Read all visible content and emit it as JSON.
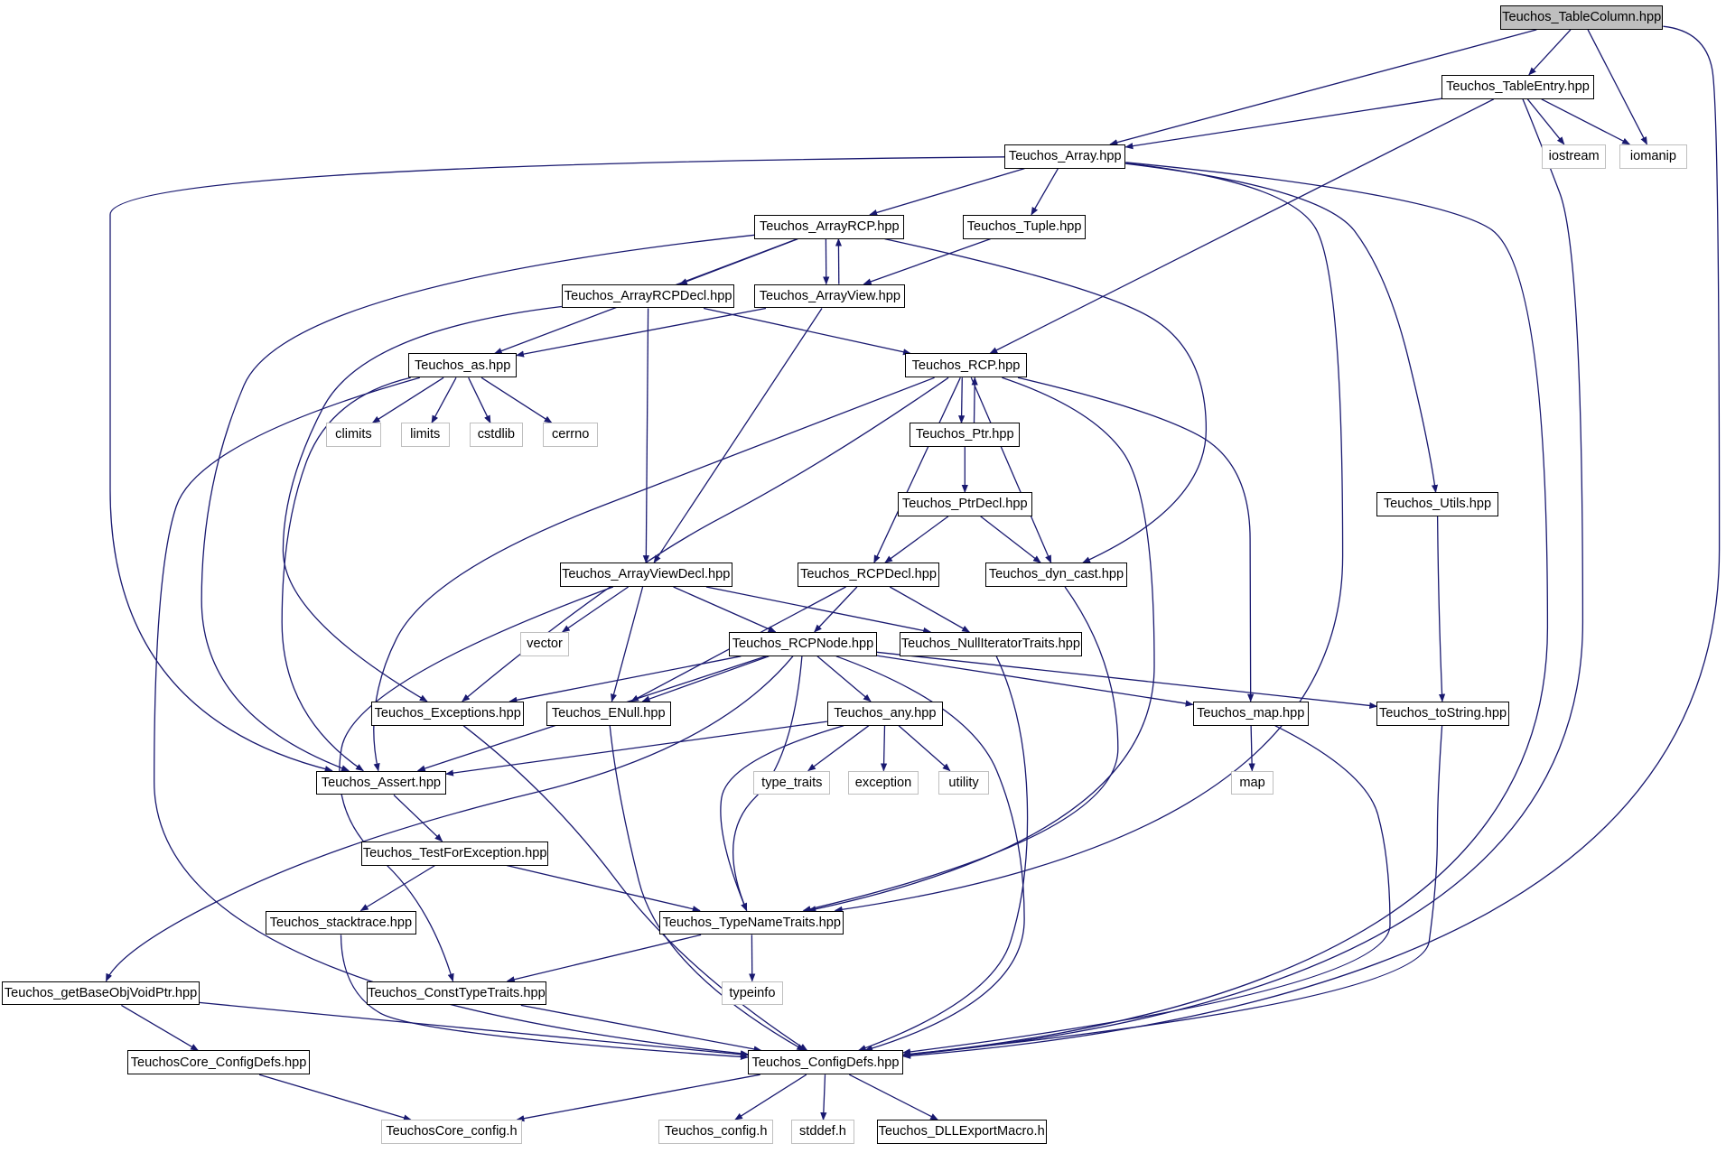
{
  "graph": {
    "edge_color": "#191970",
    "border_color": "#000000",
    "external_border_color": "#bfbfbf",
    "root_fill": "#bfbfbf",
    "nodes": [
      {
        "id": "table_column",
        "label": "Teuchos_TableColumn.hpp",
        "kind": "root"
      },
      {
        "id": "table_entry",
        "label": "Teuchos_TableEntry.hpp",
        "kind": "header"
      },
      {
        "id": "array",
        "label": "Teuchos_Array.hpp",
        "kind": "header"
      },
      {
        "id": "iostream",
        "label": "iostream",
        "kind": "external"
      },
      {
        "id": "iomanip",
        "label": "iomanip",
        "kind": "external"
      },
      {
        "id": "array_rcp",
        "label": "Teuchos_ArrayRCP.hpp",
        "kind": "header"
      },
      {
        "id": "tuple",
        "label": "Teuchos_Tuple.hpp",
        "kind": "header"
      },
      {
        "id": "array_rcp_decl",
        "label": "Teuchos_ArrayRCPDecl.hpp",
        "kind": "header"
      },
      {
        "id": "array_view",
        "label": "Teuchos_ArrayView.hpp",
        "kind": "header"
      },
      {
        "id": "as",
        "label": "Teuchos_as.hpp",
        "kind": "header"
      },
      {
        "id": "rcp",
        "label": "Teuchos_RCP.hpp",
        "kind": "header"
      },
      {
        "id": "climits",
        "label": "climits",
        "kind": "external"
      },
      {
        "id": "limits",
        "label": "limits",
        "kind": "external"
      },
      {
        "id": "cstdlib",
        "label": "cstdlib",
        "kind": "external"
      },
      {
        "id": "cerrno",
        "label": "cerrno",
        "kind": "external"
      },
      {
        "id": "ptr",
        "label": "Teuchos_Ptr.hpp",
        "kind": "header"
      },
      {
        "id": "ptr_decl",
        "label": "Teuchos_PtrDecl.hpp",
        "kind": "header"
      },
      {
        "id": "utils",
        "label": "Teuchos_Utils.hpp",
        "kind": "header"
      },
      {
        "id": "array_view_decl",
        "label": "Teuchos_ArrayViewDecl.hpp",
        "kind": "header"
      },
      {
        "id": "rcp_decl",
        "label": "Teuchos_RCPDecl.hpp",
        "kind": "header"
      },
      {
        "id": "dyn_cast",
        "label": "Teuchos_dyn_cast.hpp",
        "kind": "header"
      },
      {
        "id": "vector",
        "label": "vector",
        "kind": "external"
      },
      {
        "id": "rcp_node",
        "label": "Teuchos_RCPNode.hpp",
        "kind": "header"
      },
      {
        "id": "null_iter",
        "label": "Teuchos_NullIteratorTraits.hpp",
        "kind": "header"
      },
      {
        "id": "exceptions",
        "label": "Teuchos_Exceptions.hpp",
        "kind": "header"
      },
      {
        "id": "enull",
        "label": "Teuchos_ENull.hpp",
        "kind": "header"
      },
      {
        "id": "any",
        "label": "Teuchos_any.hpp",
        "kind": "header"
      },
      {
        "id": "map_hpp",
        "label": "Teuchos_map.hpp",
        "kind": "header"
      },
      {
        "id": "to_string",
        "label": "Teuchos_toString.hpp",
        "kind": "header"
      },
      {
        "id": "assert",
        "label": "Teuchos_Assert.hpp",
        "kind": "header"
      },
      {
        "id": "type_traits",
        "label": "type_traits",
        "kind": "external"
      },
      {
        "id": "exception",
        "label": "exception",
        "kind": "external"
      },
      {
        "id": "utility",
        "label": "utility",
        "kind": "external"
      },
      {
        "id": "map",
        "label": "map",
        "kind": "external"
      },
      {
        "id": "test_for_exception",
        "label": "Teuchos_TestForException.hpp",
        "kind": "header"
      },
      {
        "id": "stacktrace",
        "label": "Teuchos_stacktrace.hpp",
        "kind": "header"
      },
      {
        "id": "type_name_traits",
        "label": "Teuchos_TypeNameTraits.hpp",
        "kind": "header"
      },
      {
        "id": "get_base_obj",
        "label": "Teuchos_getBaseObjVoidPtr.hpp",
        "kind": "header"
      },
      {
        "id": "const_type_traits",
        "label": "Teuchos_ConstTypeTraits.hpp",
        "kind": "header"
      },
      {
        "id": "typeinfo",
        "label": "typeinfo",
        "kind": "external"
      },
      {
        "id": "core_config_defs",
        "label": "TeuchosCore_ConfigDefs.hpp",
        "kind": "header"
      },
      {
        "id": "config_defs",
        "label": "Teuchos_ConfigDefs.hpp",
        "kind": "header"
      },
      {
        "id": "core_config_h",
        "label": "TeuchosCore_config.h",
        "kind": "external"
      },
      {
        "id": "config_h",
        "label": "Teuchos_config.h",
        "kind": "external"
      },
      {
        "id": "stddef",
        "label": "stddef.h",
        "kind": "external"
      },
      {
        "id": "dll_export",
        "label": "Teuchos_DLLExportMacro.h",
        "kind": "header"
      }
    ],
    "edges": [
      [
        "table_column",
        "table_entry"
      ],
      [
        "table_column",
        "array"
      ],
      [
        "table_column",
        "iomanip"
      ],
      [
        "table_column",
        "config_defs"
      ],
      [
        "table_entry",
        "array"
      ],
      [
        "table_entry",
        "rcp"
      ],
      [
        "table_entry",
        "iostream"
      ],
      [
        "table_entry",
        "iomanip"
      ],
      [
        "table_entry",
        "config_defs"
      ],
      [
        "array",
        "array_rcp"
      ],
      [
        "array",
        "tuple"
      ],
      [
        "array",
        "assert"
      ],
      [
        "array",
        "utils"
      ],
      [
        "array",
        "type_name_traits"
      ],
      [
        "array",
        "config_defs"
      ],
      [
        "array_rcp",
        "array_rcp_decl"
      ],
      [
        "array_rcp",
        "array_view"
      ],
      [
        "array_rcp",
        "as"
      ],
      [
        "array_rcp",
        "dyn_cast"
      ],
      [
        "array_rcp",
        "assert"
      ],
      [
        "tuple",
        "array_view"
      ],
      [
        "array_view",
        "array_rcp"
      ],
      [
        "array_view",
        "array_view_decl"
      ],
      [
        "array_view",
        "as"
      ],
      [
        "array_rcp_decl",
        "rcp"
      ],
      [
        "array_rcp_decl",
        "array_view_decl"
      ],
      [
        "array_rcp_decl",
        "exceptions"
      ],
      [
        "as",
        "climits"
      ],
      [
        "as",
        "limits"
      ],
      [
        "as",
        "cstdlib"
      ],
      [
        "as",
        "cerrno"
      ],
      [
        "as",
        "assert"
      ],
      [
        "as",
        "config_defs"
      ],
      [
        "rcp",
        "ptr"
      ],
      [
        "rcp",
        "rcp_decl"
      ],
      [
        "rcp",
        "dyn_cast"
      ],
      [
        "rcp",
        "map_hpp"
      ],
      [
        "rcp",
        "exceptions"
      ],
      [
        "rcp",
        "assert"
      ],
      [
        "rcp",
        "type_name_traits"
      ],
      [
        "ptr",
        "rcp"
      ],
      [
        "ptr",
        "ptr_decl"
      ],
      [
        "ptr_decl",
        "rcp_decl"
      ],
      [
        "ptr_decl",
        "dyn_cast"
      ],
      [
        "utils",
        "to_string"
      ],
      [
        "array_view_decl",
        "vector"
      ],
      [
        "array_view_decl",
        "rcp_node"
      ],
      [
        "array_view_decl",
        "enull"
      ],
      [
        "array_view_decl",
        "null_iter"
      ],
      [
        "array_view_decl",
        "const_type_traits"
      ],
      [
        "rcp_decl",
        "rcp_node"
      ],
      [
        "rcp_decl",
        "null_iter"
      ],
      [
        "rcp_decl",
        "enull"
      ],
      [
        "dyn_cast",
        "type_name_traits"
      ],
      [
        "rcp_node",
        "exceptions"
      ],
      [
        "rcp_node",
        "enull"
      ],
      [
        "rcp_node",
        "any"
      ],
      [
        "rcp_node",
        "map_hpp"
      ],
      [
        "rcp_node",
        "to_string"
      ],
      [
        "rcp_node",
        "assert"
      ],
      [
        "rcp_node",
        "type_name_traits"
      ],
      [
        "rcp_node",
        "get_base_obj"
      ],
      [
        "rcp_node",
        "config_defs"
      ],
      [
        "null_iter",
        "config_defs"
      ],
      [
        "exceptions",
        "config_defs"
      ],
      [
        "enull",
        "config_defs"
      ],
      [
        "any",
        "assert"
      ],
      [
        "any",
        "type_traits"
      ],
      [
        "any",
        "exception"
      ],
      [
        "any",
        "utility"
      ],
      [
        "any",
        "type_name_traits"
      ],
      [
        "map_hpp",
        "map"
      ],
      [
        "map_hpp",
        "config_defs"
      ],
      [
        "to_string",
        "config_defs"
      ],
      [
        "assert",
        "test_for_exception"
      ],
      [
        "test_for_exception",
        "stacktrace"
      ],
      [
        "test_for_exception",
        "type_name_traits"
      ],
      [
        "stacktrace",
        "config_defs"
      ],
      [
        "type_name_traits",
        "typeinfo"
      ],
      [
        "type_name_traits",
        "const_type_traits"
      ],
      [
        "get_base_obj",
        "core_config_defs"
      ],
      [
        "get_base_obj",
        "config_defs"
      ],
      [
        "const_type_traits",
        "config_defs"
      ],
      [
        "core_config_defs",
        "core_config_h"
      ],
      [
        "config_defs",
        "core_config_h"
      ],
      [
        "config_defs",
        "config_h"
      ],
      [
        "config_defs",
        "stddef"
      ],
      [
        "config_defs",
        "dll_export"
      ]
    ]
  }
}
